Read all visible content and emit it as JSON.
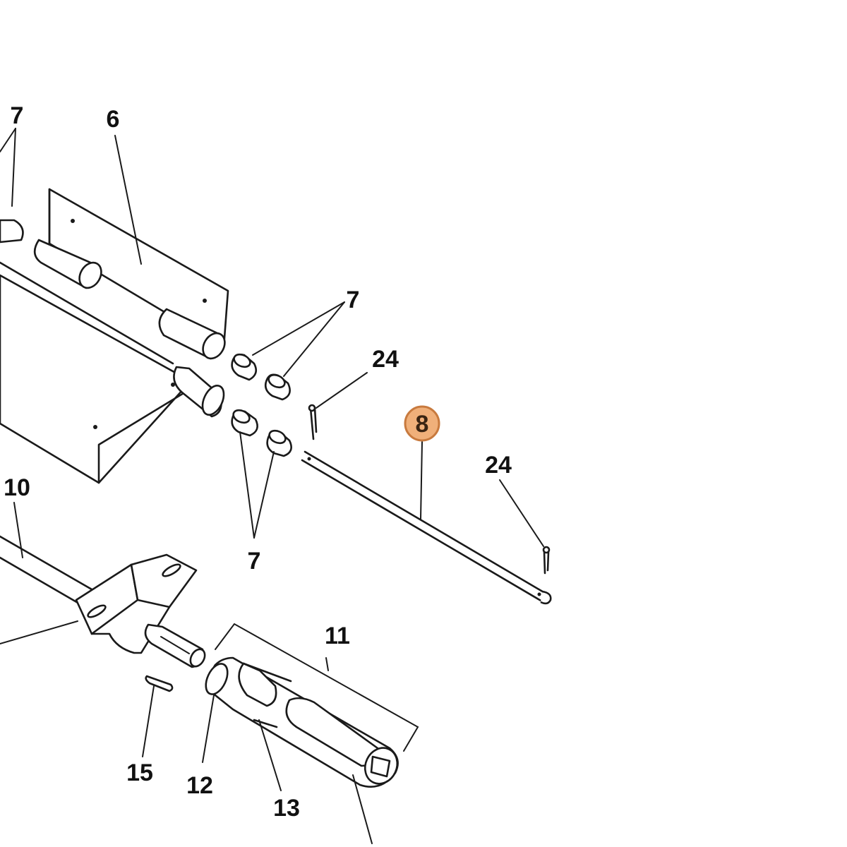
{
  "callouts": [
    {
      "id": "c7a",
      "label": "7"
    },
    {
      "id": "c6",
      "label": "6"
    },
    {
      "id": "c7b",
      "label": "7"
    },
    {
      "id": "c24a",
      "label": "24"
    },
    {
      "id": "c8",
      "label": "8",
      "highlighted": true
    },
    {
      "id": "c24b",
      "label": "24"
    },
    {
      "id": "c10",
      "label": "10"
    },
    {
      "id": "c7c",
      "label": "7"
    },
    {
      "id": "c11",
      "label": "11"
    },
    {
      "id": "c15",
      "label": "15"
    },
    {
      "id": "c12",
      "label": "12"
    },
    {
      "id": "c13",
      "label": "13"
    }
  ],
  "colors": {
    "line": "#1a1a1a",
    "highlight_fill": "#f0b07a",
    "highlight_stroke": "#c87a3e",
    "highlight_text": "#3a2412"
  }
}
